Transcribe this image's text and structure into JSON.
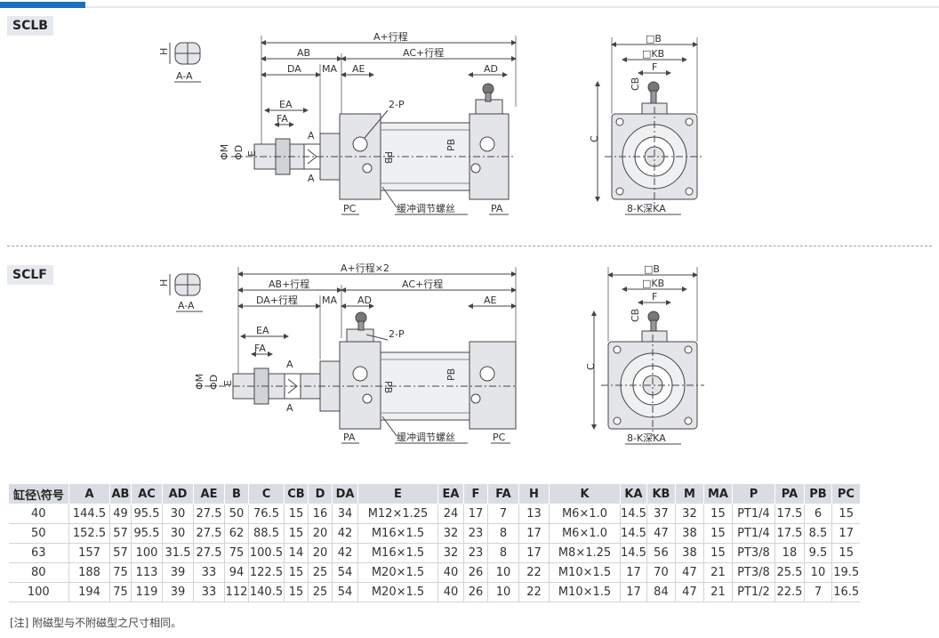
{
  "sections": [
    {
      "label": "SCLB"
    },
    {
      "label": "SCLF"
    }
  ],
  "scl_b": {
    "section_view": "A-A",
    "labels": {
      "H": "H",
      "A_stroke": "A+行程",
      "AB": "AB",
      "AC_stroke": "AC+行程",
      "DA": "DA",
      "MA": "MA",
      "AE": "AE",
      "AD": "AD",
      "EA": "EA",
      "FA": "FA",
      "port": "2-P",
      "M": "ΦM",
      "D": "ΦD",
      "E": "E",
      "PB_left": "PB",
      "PB_right": "PB",
      "A_mark": "A",
      "PC": "PC",
      "PA": "PA",
      "cushion": "缓冲调节螺丝",
      "B": "□B",
      "KB": "□KB",
      "F": "F",
      "CB": "CB",
      "C": "C",
      "K": "8-K深KA"
    }
  },
  "scl_f": {
    "section_view": "A-A",
    "labels": {
      "H": "H",
      "A_stroke": "A+行程×2",
      "AB_stroke": "AB+行程",
      "AC_stroke": "AC+行程",
      "DA_stroke": "DA+行程",
      "MA": "MA",
      "AD": "AD",
      "AE": "AE",
      "EA": "EA",
      "FA": "FA",
      "port": "2-P",
      "M": "ΦM",
      "D": "ΦD",
      "E": "E",
      "PB_left": "PB",
      "PB_right": "PB",
      "A_mark": "A",
      "PA": "PA",
      "PC": "PC",
      "cushion": "缓冲调节螺丝",
      "B": "□B",
      "KB": "□KB",
      "F": "F",
      "CB": "CB",
      "C": "C",
      "K": "8-K深KA"
    }
  },
  "table": {
    "headers": [
      "缸径\\符号",
      "A",
      "AB",
      "AC",
      "AD",
      "AE",
      "B",
      "C",
      "CB",
      "D",
      "DA",
      "E",
      "EA",
      "F",
      "FA",
      "H",
      "K",
      "KA",
      "KB",
      "M",
      "MA",
      "P",
      "PA",
      "PB",
      "PC"
    ],
    "rows": [
      [
        "40",
        "144.5",
        "49",
        "95.5",
        "30",
        "27.5",
        "50",
        "76.5",
        "15",
        "16",
        "34",
        "M12×1.25",
        "24",
        "17",
        "7",
        "13",
        "M6×1.0",
        "14.5",
        "37",
        "32",
        "15",
        "PT1/4",
        "17.5",
        "6",
        "15"
      ],
      [
        "50",
        "152.5",
        "57",
        "95.5",
        "30",
        "27.5",
        "62",
        "88.5",
        "15",
        "20",
        "42",
        "M16×1.5",
        "32",
        "23",
        "8",
        "17",
        "M6×1.0",
        "14.5",
        "47",
        "38",
        "15",
        "PT1/4",
        "17.5",
        "8.5",
        "17"
      ],
      [
        "63",
        "157",
        "57",
        "100",
        "31.5",
        "27.5",
        "75",
        "100.5",
        "14",
        "20",
        "42",
        "M16×1.5",
        "32",
        "23",
        "8",
        "17",
        "M8×1.25",
        "14.5",
        "56",
        "38",
        "15",
        "PT3/8",
        "18",
        "9.5",
        "15"
      ],
      [
        "80",
        "188",
        "75",
        "113",
        "39",
        "33",
        "94",
        "122.5",
        "15",
        "25",
        "54",
        "M20×1.5",
        "40",
        "26",
        "10",
        "22",
        "M10×1.5",
        "17",
        "70",
        "47",
        "21",
        "PT3/8",
        "25.5",
        "10",
        "19.5"
      ],
      [
        "100",
        "194",
        "75",
        "119",
        "39",
        "33",
        "112",
        "140.5",
        "15",
        "25",
        "54",
        "M20×1.5",
        "40",
        "26",
        "10",
        "22",
        "M10×1.5",
        "17",
        "84",
        "47",
        "21",
        "PT1/2",
        "22.5",
        "7",
        "16.5"
      ]
    ]
  },
  "note": "[注] 附磁型与不附磁型之尺寸相同。",
  "colors": {
    "accent": "#1e6fc0",
    "body_fill": "#e3e5e8",
    "header_bg": "#d9dde3"
  }
}
